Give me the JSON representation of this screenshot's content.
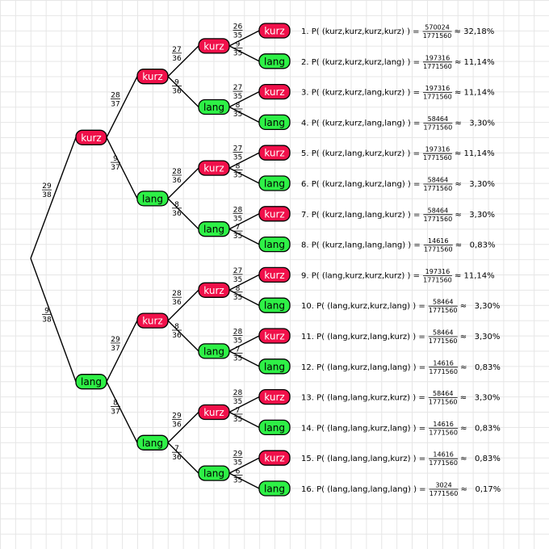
{
  "colors": {
    "kurz": "#f0104a",
    "lang": "#2ef046",
    "edge": "#000000"
  },
  "nodes": {
    "L1": [
      {
        "id": "k",
        "label": "kurz"
      },
      {
        "id": "l",
        "label": "lang"
      }
    ],
    "L2": [
      {
        "id": "kk",
        "label": "kurz"
      },
      {
        "id": "kl",
        "label": "lang"
      },
      {
        "id": "lk",
        "label": "kurz"
      },
      {
        "id": "ll",
        "label": "lang"
      }
    ],
    "L3": [
      {
        "id": "kkk",
        "label": "kurz"
      },
      {
        "id": "kkl",
        "label": "lang"
      },
      {
        "id": "klk",
        "label": "kurz"
      },
      {
        "id": "kll",
        "label": "lang"
      },
      {
        "id": "lkk",
        "label": "kurz"
      },
      {
        "id": "lkl",
        "label": "lang"
      },
      {
        "id": "llk",
        "label": "kurz"
      },
      {
        "id": "lll",
        "label": "lang"
      }
    ],
    "L4": [
      {
        "label": "kurz"
      },
      {
        "label": "lang"
      },
      {
        "label": "kurz"
      },
      {
        "label": "lang"
      },
      {
        "label": "kurz"
      },
      {
        "label": "lang"
      },
      {
        "label": "kurz"
      },
      {
        "label": "lang"
      },
      {
        "label": "kurz"
      },
      {
        "label": "lang"
      },
      {
        "label": "kurz"
      },
      {
        "label": "lang"
      },
      {
        "label": "kurz"
      },
      {
        "label": "lang"
      },
      {
        "label": "kurz"
      },
      {
        "label": "lang"
      }
    ]
  },
  "edge_probs": {
    "L1": [
      {
        "num": "29",
        "den": "38"
      },
      {
        "num": "9",
        "den": "38"
      }
    ],
    "L2": [
      {
        "num": "28",
        "den": "37"
      },
      {
        "num": "9",
        "den": "37"
      },
      {
        "num": "29",
        "den": "37"
      },
      {
        "num": "8",
        "den": "37"
      }
    ],
    "L3": [
      {
        "num": "27",
        "den": "36"
      },
      {
        "num": "9",
        "den": "36"
      },
      {
        "num": "28",
        "den": "36"
      },
      {
        "num": "8",
        "den": "36"
      },
      {
        "num": "28",
        "den": "36"
      },
      {
        "num": "8",
        "den": "36"
      },
      {
        "num": "29",
        "den": "36"
      },
      {
        "num": "7",
        "den": "36"
      }
    ],
    "L4": [
      {
        "num": "26",
        "den": "35"
      },
      {
        "num": "9",
        "den": "35"
      },
      {
        "num": "27",
        "den": "35"
      },
      {
        "num": "8",
        "den": "35"
      },
      {
        "num": "27",
        "den": "35"
      },
      {
        "num": "8",
        "den": "35"
      },
      {
        "num": "28",
        "den": "35"
      },
      {
        "num": "7",
        "den": "35"
      },
      {
        "num": "27",
        "den": "35"
      },
      {
        "num": "8",
        "den": "35"
      },
      {
        "num": "28",
        "den": "35"
      },
      {
        "num": "7",
        "den": "35"
      },
      {
        "num": "28",
        "den": "35"
      },
      {
        "num": "7",
        "den": "35"
      },
      {
        "num": "29",
        "den": "35"
      },
      {
        "num": "6",
        "den": "35"
      }
    ]
  },
  "results": [
    {
      "prefix": "1. P( (kurz,kurz,kurz,kurz) ) =",
      "num": "570024",
      "den": "1771560",
      "approx": "≈ 32,18%"
    },
    {
      "prefix": "2. P( (kurz,kurz,kurz,lang) ) =",
      "num": "197316",
      "den": "1771560",
      "approx": "≈ 11,14%"
    },
    {
      "prefix": "3. P( (kurz,kurz,lang,kurz) ) =",
      "num": "197316",
      "den": "1771560",
      "approx": "≈ 11,14%"
    },
    {
      "prefix": "4. P( (kurz,kurz,lang,lang) ) =",
      "num": "58464",
      "den": "1771560",
      "approx": "≈   3,30%"
    },
    {
      "prefix": "5. P( (kurz,lang,kurz,kurz) ) =",
      "num": "197316",
      "den": "1771560",
      "approx": "≈ 11,14%"
    },
    {
      "prefix": "6. P( (kurz,lang,kurz,lang) ) =",
      "num": "58464",
      "den": "1771560",
      "approx": "≈   3,30%"
    },
    {
      "prefix": "7. P( (kurz,lang,lang,kurz) ) =",
      "num": "58464",
      "den": "1771560",
      "approx": "≈   3,30%"
    },
    {
      "prefix": "8. P( (kurz,lang,lang,lang) ) =",
      "num": "14616",
      "den": "1771560",
      "approx": "≈   0,83%"
    },
    {
      "prefix": "9. P( (lang,kurz,kurz,kurz) ) =",
      "num": "197316",
      "den": "1771560",
      "approx": "≈ 11,14%"
    },
    {
      "prefix": "10. P( (lang,kurz,kurz,lang) ) =",
      "num": "58464",
      "den": "1771560",
      "approx": "≈   3,30%"
    },
    {
      "prefix": "11. P( (lang,kurz,lang,kurz) ) =",
      "num": "58464",
      "den": "1771560",
      "approx": "≈   3,30%"
    },
    {
      "prefix": "12. P( (lang,kurz,lang,lang) ) =",
      "num": "14616",
      "den": "1771560",
      "approx": "≈   0,83%"
    },
    {
      "prefix": "13. P( (lang,lang,kurz,kurz) ) =",
      "num": "58464",
      "den": "1771560",
      "approx": "≈   3,30%"
    },
    {
      "prefix": "14. P( (lang,lang,kurz,lang) ) =",
      "num": "14616",
      "den": "1771560",
      "approx": "≈   0,83%"
    },
    {
      "prefix": "15. P( (lang,lang,lang,kurz) ) =",
      "num": "14616",
      "den": "1771560",
      "approx": "≈   0,83%"
    },
    {
      "prefix": "16. P( (lang,lang,lang,lang) ) =",
      "num": "3024",
      "den": "1771560",
      "approx": "≈   0,17%"
    }
  ]
}
